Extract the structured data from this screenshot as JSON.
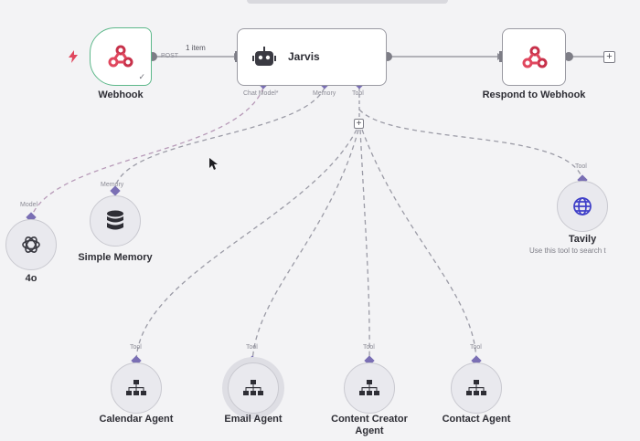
{
  "nodes": {
    "webhook": {
      "label": "Webhook",
      "method": "POST",
      "items_label": "1 item"
    },
    "jarvis": {
      "label": "Jarvis",
      "ports": {
        "chat_model": "Chat Model*",
        "memory": "Memory",
        "tool": "Tool"
      }
    },
    "respond": {
      "label": "Respond to Webhook"
    },
    "model": {
      "label": "4o",
      "port": "Model"
    },
    "memory": {
      "label": "Simple Memory",
      "port": "Memory"
    },
    "tavily": {
      "label": "Tavily",
      "port": "Tool",
      "subtitle": "Use this tool to search t"
    },
    "agents": [
      {
        "label": "Calendar Agent",
        "port": "Tool"
      },
      {
        "label": "Email Agent",
        "port": "Tool"
      },
      {
        "label": "Content Creator Agent",
        "port": "Tool"
      },
      {
        "label": "Contact Agent",
        "port": "Tool"
      }
    ]
  },
  "colors": {
    "accent": "#6b5bd6",
    "webhook_red": "#e0475e",
    "success": "#35c07a",
    "connector": "#8a8a93"
  }
}
